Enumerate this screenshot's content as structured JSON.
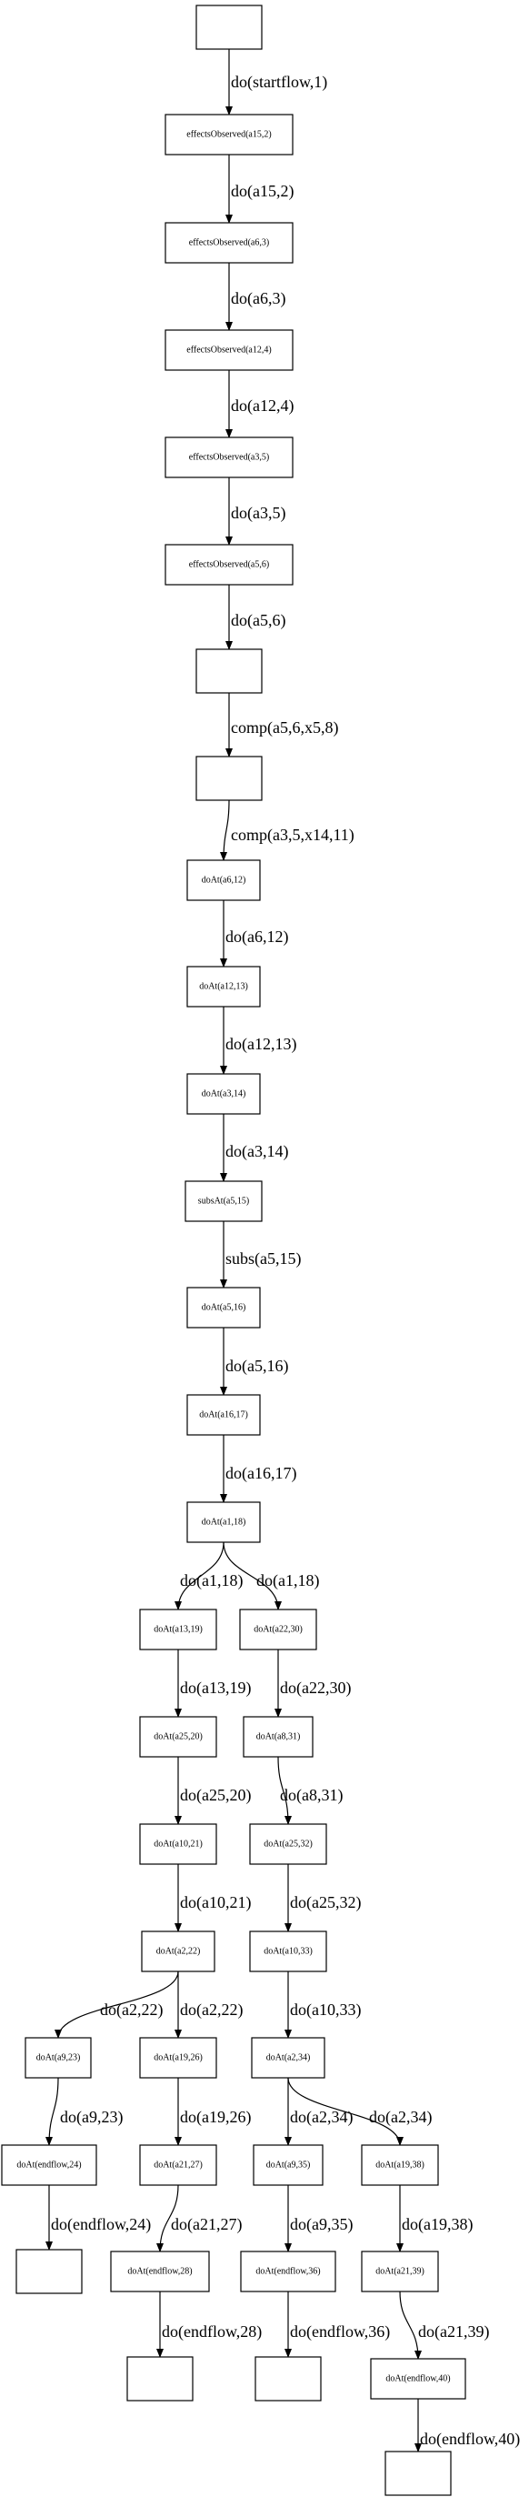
{
  "nodes": [
    {
      "id": "n0",
      "label": ""
    },
    {
      "id": "n1",
      "label": "effectsObserved(a15,2)"
    },
    {
      "id": "n2",
      "label": "effectsObserved(a6,3)"
    },
    {
      "id": "n3",
      "label": "effectsObserved(a12,4)"
    },
    {
      "id": "n4",
      "label": "effectsObserved(a3,5)"
    },
    {
      "id": "n5",
      "label": "effectsObserved(a5,6)"
    },
    {
      "id": "n6",
      "label": ""
    },
    {
      "id": "n7",
      "label": ""
    },
    {
      "id": "n8",
      "label": "doAt(a6,12)"
    },
    {
      "id": "n9",
      "label": "doAt(a12,13)"
    },
    {
      "id": "n10",
      "label": "doAt(a3,14)"
    },
    {
      "id": "n11",
      "label": "subsAt(a5,15)"
    },
    {
      "id": "n12",
      "label": "doAt(a5,16)"
    },
    {
      "id": "n13",
      "label": "doAt(a16,17)"
    },
    {
      "id": "n14",
      "label": "doAt(a1,18)"
    },
    {
      "id": "n15",
      "label": "doAt(a13,19)"
    },
    {
      "id": "n16",
      "label": "doAt(a22,30)"
    },
    {
      "id": "n17",
      "label": "doAt(a25,20)"
    },
    {
      "id": "n18",
      "label": "doAt(a8,31)"
    },
    {
      "id": "n19",
      "label": "doAt(a10,21)"
    },
    {
      "id": "n20",
      "label": "doAt(a25,32)"
    },
    {
      "id": "n21",
      "label": "doAt(a2,22)"
    },
    {
      "id": "n22",
      "label": "doAt(a10,33)"
    },
    {
      "id": "n23",
      "label": "doAt(a9,23)"
    },
    {
      "id": "n24",
      "label": "doAt(a19,26)"
    },
    {
      "id": "n25",
      "label": "doAt(a2,34)"
    },
    {
      "id": "n26",
      "label": "doAt(endflow,24)"
    },
    {
      "id": "n27",
      "label": "doAt(a21,27)"
    },
    {
      "id": "n28",
      "label": "doAt(a9,35)"
    },
    {
      "id": "n29",
      "label": "doAt(a19,38)"
    },
    {
      "id": "n30",
      "label": ""
    },
    {
      "id": "n31",
      "label": "doAt(endflow,28)"
    },
    {
      "id": "n32",
      "label": "doAt(endflow,36)"
    },
    {
      "id": "n33",
      "label": "doAt(a21,39)"
    },
    {
      "id": "n34",
      "label": ""
    },
    {
      "id": "n35",
      "label": ""
    },
    {
      "id": "n36",
      "label": "doAt(endflow,40)"
    },
    {
      "id": "n37",
      "label": ""
    }
  ],
  "edges": [
    {
      "from": "n0",
      "to": "n1",
      "label": "do(startflow,1)"
    },
    {
      "from": "n1",
      "to": "n2",
      "label": "do(a15,2)"
    },
    {
      "from": "n2",
      "to": "n3",
      "label": "do(a6,3)"
    },
    {
      "from": "n3",
      "to": "n4",
      "label": "do(a12,4)"
    },
    {
      "from": "n4",
      "to": "n5",
      "label": "do(a3,5)"
    },
    {
      "from": "n5",
      "to": "n6",
      "label": "do(a5,6)"
    },
    {
      "from": "n6",
      "to": "n7",
      "label": "comp(a5,6,x5,8)"
    },
    {
      "from": "n7",
      "to": "n8",
      "label": "comp(a3,5,x14,11)"
    },
    {
      "from": "n8",
      "to": "n9",
      "label": "do(a6,12)"
    },
    {
      "from": "n9",
      "to": "n10",
      "label": "do(a12,13)"
    },
    {
      "from": "n10",
      "to": "n11",
      "label": "do(a3,14)"
    },
    {
      "from": "n11",
      "to": "n12",
      "label": "subs(a5,15)"
    },
    {
      "from": "n12",
      "to": "n13",
      "label": "do(a5,16)"
    },
    {
      "from": "n13",
      "to": "n14",
      "label": "do(a16,17)"
    },
    {
      "from": "n14",
      "to": "n15",
      "label": "do(a1,18)"
    },
    {
      "from": "n14",
      "to": "n16",
      "label": "do(a1,18)"
    },
    {
      "from": "n15",
      "to": "n17",
      "label": "do(a13,19)"
    },
    {
      "from": "n16",
      "to": "n18",
      "label": "do(a22,30)"
    },
    {
      "from": "n17",
      "to": "n19",
      "label": "do(a25,20)"
    },
    {
      "from": "n18",
      "to": "n20",
      "label": "do(a8,31)"
    },
    {
      "from": "n19",
      "to": "n21",
      "label": "do(a10,21)"
    },
    {
      "from": "n20",
      "to": "n22",
      "label": "do(a25,32)"
    },
    {
      "from": "n21",
      "to": "n23",
      "label": "do(a2,22)"
    },
    {
      "from": "n21",
      "to": "n24",
      "label": "do(a2,22)"
    },
    {
      "from": "n22",
      "to": "n25",
      "label": "do(a10,33)"
    },
    {
      "from": "n23",
      "to": "n26",
      "label": "do(a9,23)"
    },
    {
      "from": "n24",
      "to": "n27",
      "label": "do(a19,26)"
    },
    {
      "from": "n25",
      "to": "n28",
      "label": "do(a2,34)"
    },
    {
      "from": "n25",
      "to": "n29",
      "label": "do(a2,34)"
    },
    {
      "from": "n26",
      "to": "n30",
      "label": "do(endflow,24)"
    },
    {
      "from": "n27",
      "to": "n31",
      "label": "do(a21,27)"
    },
    {
      "from": "n28",
      "to": "n32",
      "label": "do(a9,35)"
    },
    {
      "from": "n29",
      "to": "n33",
      "label": "do(a19,38)"
    },
    {
      "from": "n31",
      "to": "n34",
      "label": "do(endflow,28)"
    },
    {
      "from": "n32",
      "to": "n35",
      "label": "do(endflow,36)"
    },
    {
      "from": "n33",
      "to": "n36",
      "label": "do(a21,39)"
    },
    {
      "from": "n36",
      "to": "n37",
      "label": "do(endflow,40)"
    }
  ]
}
